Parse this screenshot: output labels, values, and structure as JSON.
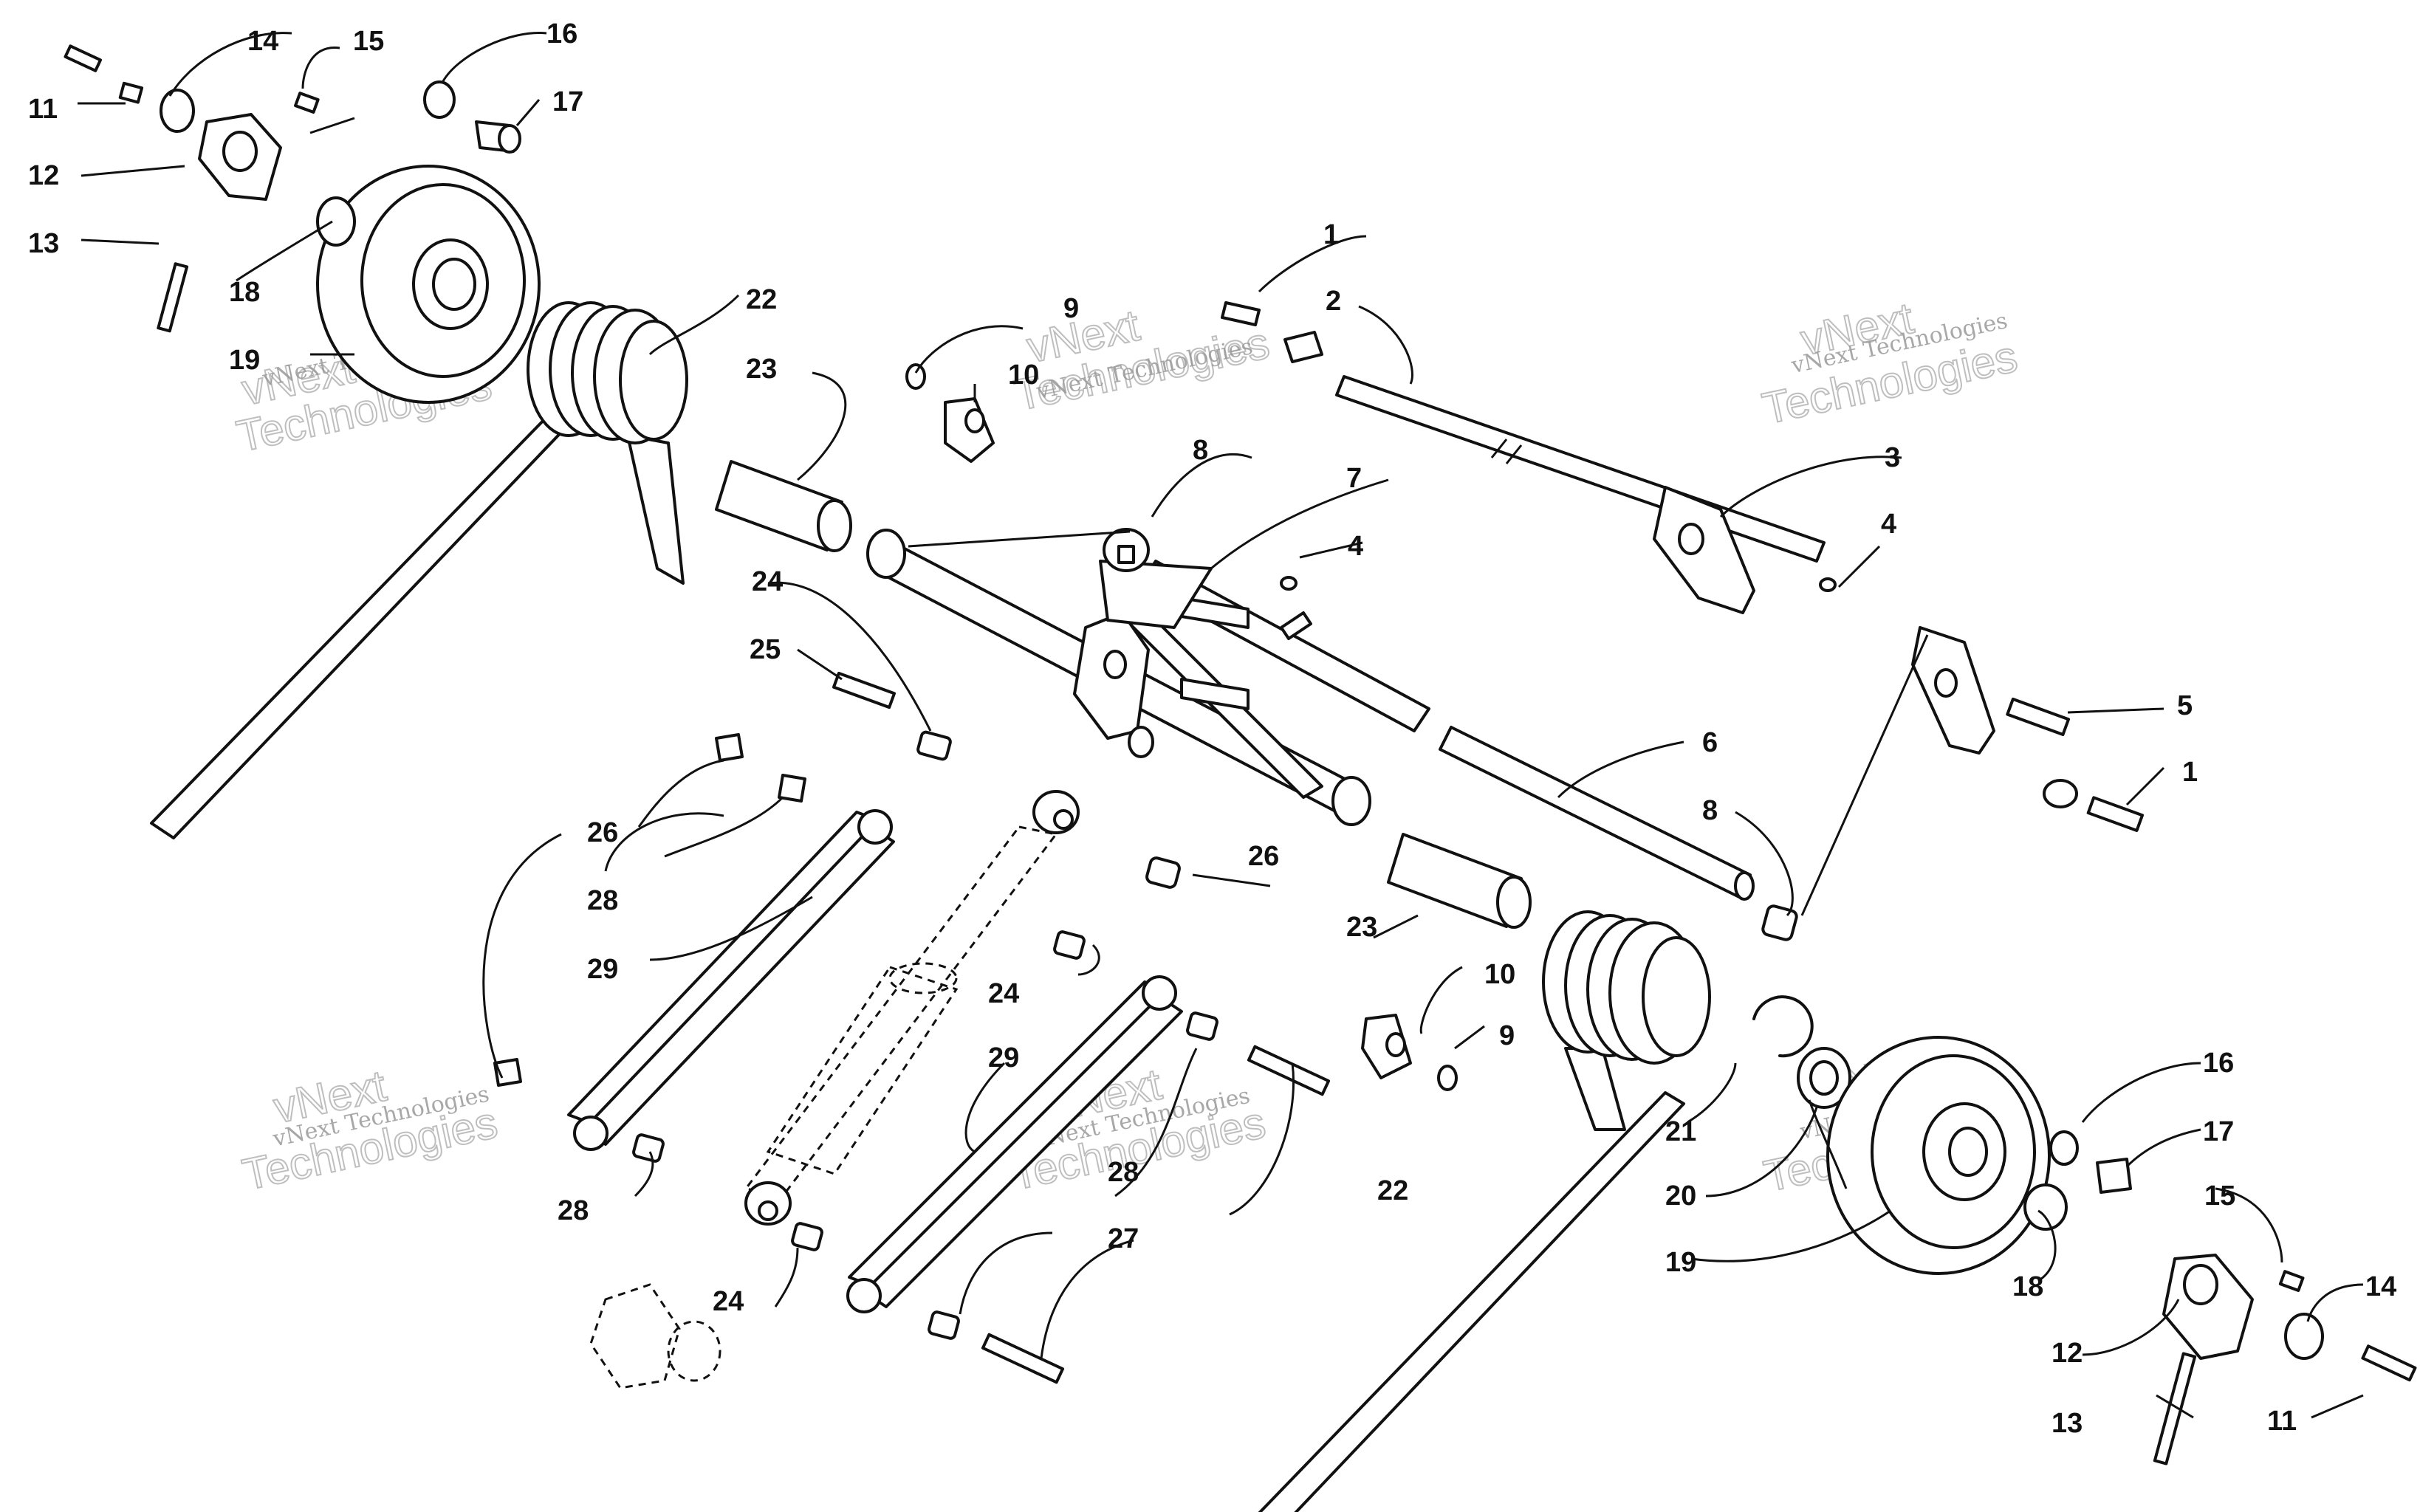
{
  "callouts": {
    "c1": "1",
    "c2": "2",
    "c3": "3",
    "c4": "4",
    "c5": "5",
    "c6": "6",
    "c7": "7",
    "c8": "8",
    "c9": "9",
    "c10": "10",
    "c11": "11",
    "c12": "12",
    "c13": "13",
    "c14": "14",
    "c15": "15",
    "c16": "16",
    "c17": "17",
    "c18": "18",
    "c19": "19",
    "c20": "20",
    "c21": "21",
    "c22": "22",
    "c23": "23",
    "c24": "24",
    "c25": "25",
    "c26": "26",
    "c27": "27",
    "c28": "28",
    "c29": "29"
  },
  "watermark": {
    "line1": "vNext Technologies",
    "line2": "vNext",
    "line3": "Technologies"
  }
}
